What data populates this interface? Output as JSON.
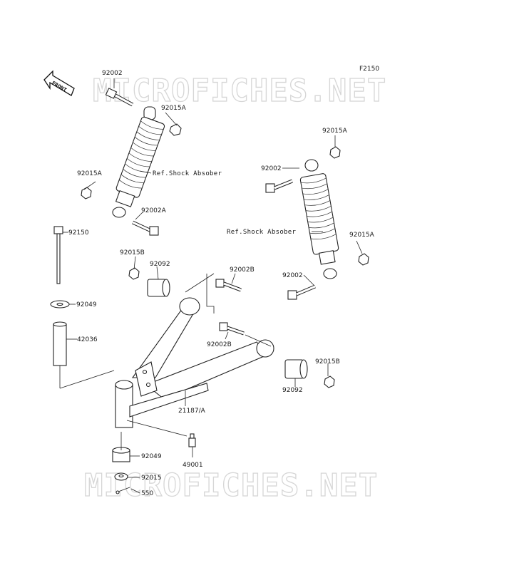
{
  "diagram_code": "F2150",
  "watermark_text": "MICROFICHES.NET",
  "front_label": "FRONT",
  "labels": {
    "p92002_top": "92002",
    "p92015A_top_left": "92015A",
    "p92015A_left": "92015A",
    "ref_shock_left": "Ref.Shock Absober",
    "p92002A": "92002A",
    "p92015A_top_right": "92015A",
    "p92002_right_top": "92002",
    "ref_shock_right": "Ref.Shock Absober",
    "p92015A_right": "92015A",
    "p92002_right_bottom": "92002",
    "p92150": "92150",
    "p92015B_left": "92015B",
    "p92092_top": "92092",
    "p92002B_top": "92002B",
    "p92049_top": "92049",
    "p42036": "42036",
    "p92002B_mid": "92002B",
    "p92015B_right": "92015B",
    "p92092_right": "92092",
    "p21187A": "21187/A",
    "p92049_bottom": "92049",
    "p49001": "49001",
    "p92015": "92015",
    "p550": "550"
  }
}
